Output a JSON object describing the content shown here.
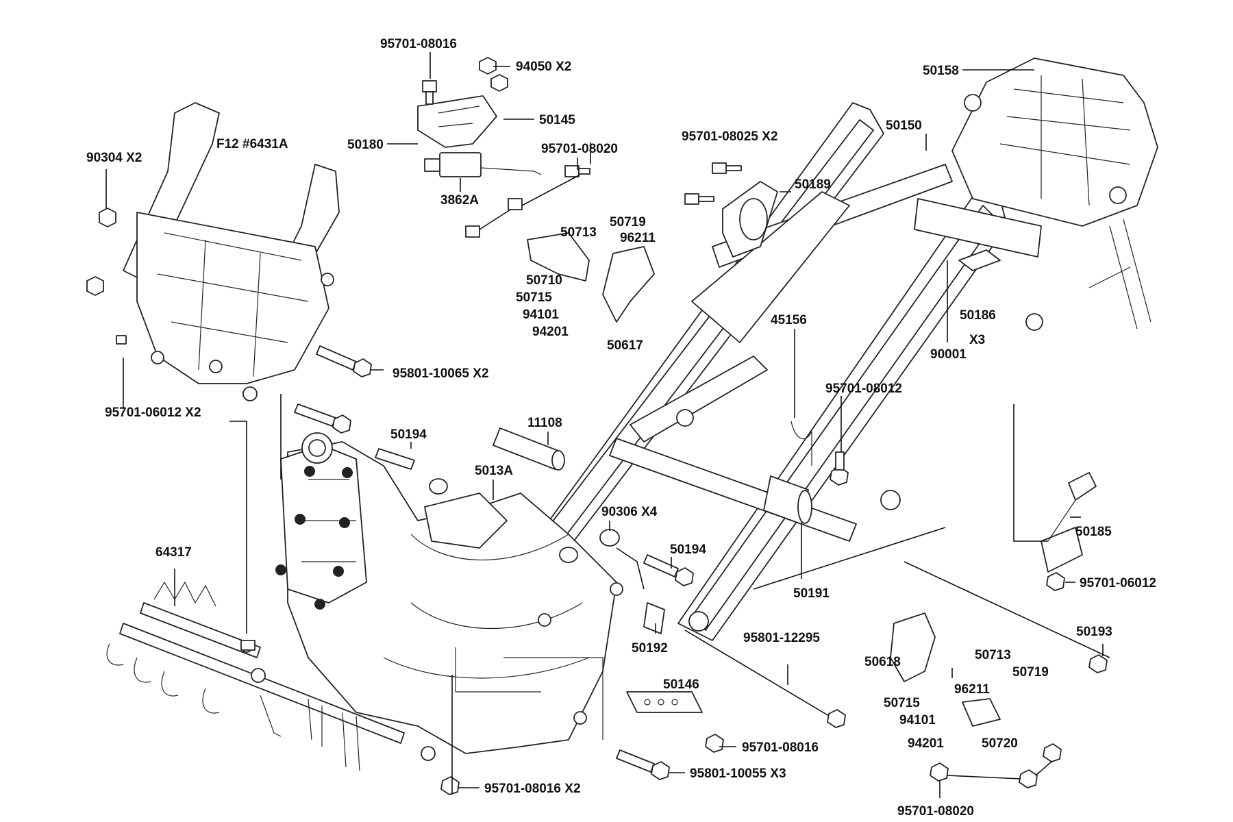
{
  "diagram": {
    "labels": {
      "p95701_08016_top": "95701-08016",
      "p94050": "94050  X2",
      "p50145": "50145",
      "p50180": "50180",
      "p95701_08020_top": "95701-08020",
      "p3862A": "3862A",
      "pF12": "F12 #6431A",
      "p90304": "90304  X2",
      "p50713_top": "50713",
      "p50719_top": "50719",
      "p96211_top": "96211",
      "p50710": "50710",
      "p50715_top": "50715",
      "p94101_top": "94101",
      "p94201_top": "94201",
      "p50617": "50617",
      "p95701_08025": "95701-08025 X2",
      "p50189": "50189",
      "p50158": "50158",
      "p50150": "50150",
      "p50186": "50186",
      "p90001": "90001",
      "pX3": "X3",
      "p45156": "45156",
      "p95801_10065": "95801-10065 X2",
      "p95701_06012_x2": "95701-06012 X2",
      "p95701_08012": "95701-08012",
      "p11108": "11108",
      "p50194_a": "50194",
      "p5013A": "5013A",
      "p90306": "90306  X4",
      "p50194_b": "50194",
      "p50191": "50191",
      "p50185": "50185",
      "p95701_06012": "95701-06012",
      "p64317": "64317",
      "p50192": "50192",
      "p95801_12295": "95801-12295",
      "p50193": "50193",
      "p50618": "50618",
      "p50713_bot": "50713",
      "p50719_bot": "50719",
      "p96211_bot": "96211",
      "p50715_bot": "50715",
      "p94101_bot": "94101",
      "p94201_bot": "94201",
      "p50720": "50720",
      "p50146": "50146",
      "p95701_08016_mid": "95701-08016",
      "p95801_10055": "95801-10055 X3",
      "p95701_08016_x2": "95701-08016 X2",
      "p95701_08020_bot": "95701-08020"
    }
  }
}
